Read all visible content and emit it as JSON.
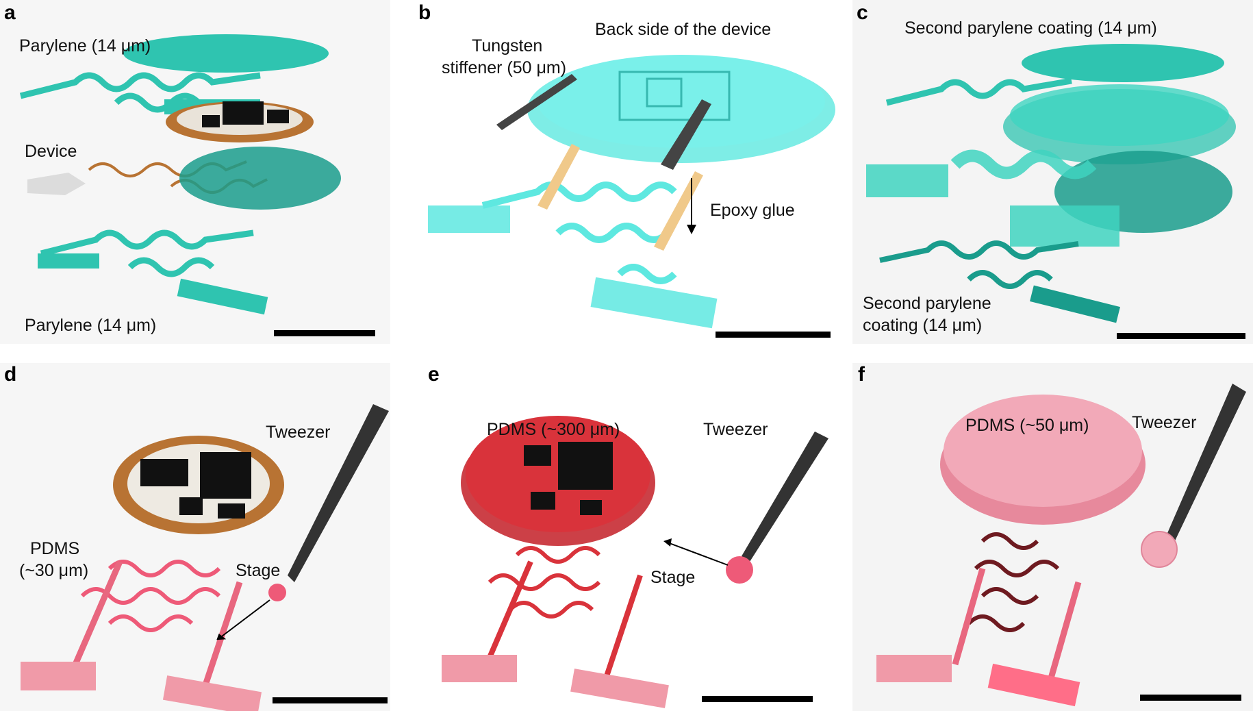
{
  "panels": {
    "a": {
      "letter": "a",
      "labels": {
        "parylene_top": "Parylene (14 μm)",
        "device": "Device",
        "parylene_bottom": "Parylene (14 μm)"
      }
    },
    "b": {
      "letter": "b",
      "labels": {
        "back_side": "Back side of the device",
        "tungsten_line1": "Tungsten",
        "tungsten_line2": "stiffener (50 μm)",
        "epoxy": "Epoxy glue"
      }
    },
    "c": {
      "letter": "c",
      "labels": {
        "second_top": "Second parylene coating (14 μm)",
        "second_bottom_line1": "Second parylene",
        "second_bottom_line2": "coating (14 μm)"
      }
    },
    "d": {
      "letter": "d",
      "labels": {
        "tweezer": "Tweezer",
        "pdms_line1": "PDMS",
        "pdms_line2": "(~30 μm)",
        "stage": "Stage"
      }
    },
    "e": {
      "letter": "e",
      "labels": {
        "pdms": "PDMS (~300 μm)",
        "tweezer": "Tweezer",
        "stage": "Stage"
      }
    },
    "f": {
      "letter": "f",
      "labels": {
        "pdms": "PDMS (~50 μm)",
        "tweezer": "Tweezer"
      }
    }
  },
  "colors": {
    "teal": "#2fc4b0",
    "teal_dark": "#1a9c8c",
    "cyan": "#5ee8e0",
    "copper": "#b87333",
    "chip": "#111111",
    "pink": "#ee8a9a",
    "red": "#d9333b",
    "pdms_pink": "#f2a9b8",
    "epoxy": "#f0c98a",
    "tungsten": "#444444"
  }
}
